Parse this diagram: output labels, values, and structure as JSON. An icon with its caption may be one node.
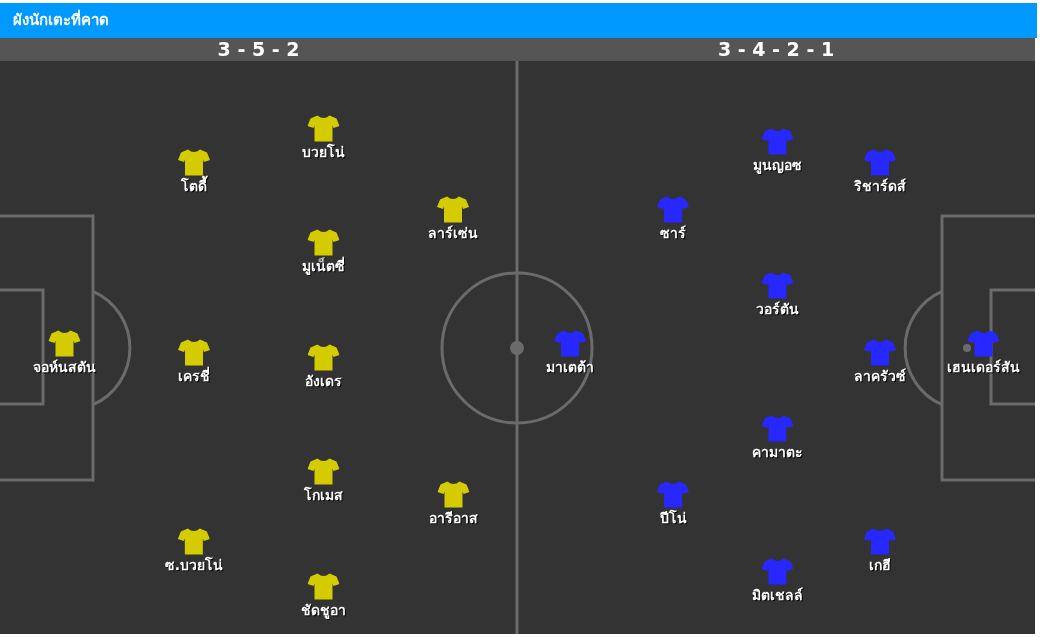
{
  "diagram": {
    "title": "ผังนักเตะที่คาด",
    "nodes": [
      {
        "text": [
          "3 - 5 - 2"
        ]
      },
      {
        "text": [
          "จอห์นสตัน"
        ],
        "in": 0
      },
      {
        "text": [
          "โตดี้"
        ],
        "in": 0
      },
      {
        "text": [
          "เครชี่"
        ],
        "in": 0
      },
      {
        "text": [
          "ซ.บวยโน่"
        ],
        "in": 0
      },
      {
        "text": [
          "บวยโน่"
        ],
        "in": 0
      },
      {
        "text": [
          "มูเน็ตซี่"
        ],
        "in": 0
      },
      {
        "text": [
          "อังเดร"
        ],
        "in": 0
      },
      {
        "text": [
          "โกเมส"
        ],
        "in": 0
      },
      {
        "text": [
          "ชัดชูอา"
        ],
        "in": 0
      },
      {
        "text": [
          "ลาร์เซ่น"
        ],
        "in": 0
      },
      {
        "text": [
          "อารีอาส"
        ],
        "in": 0
      },
      {
        "text": [
          "3 - 4 - 2 - 1"
        ]
      },
      {
        "text": [
          "มาเตต้า"
        ],
        "in": 12
      },
      {
        "text": [
          "ซาร์"
        ],
        "in": 12
      },
      {
        "text": [
          "ปีโน่"
        ],
        "in": 12
      },
      {
        "text": [
          "มูนญอซ"
        ],
        "in": 12
      },
      {
        "text": [
          "วอร์ตัน"
        ],
        "in": 12
      },
      {
        "text": [
          "คามาตะ"
        ],
        "in": 12
      },
      {
        "text": [
          "มิตเชลล์"
        ],
        "in": 12
      },
      {
        "text": [
          "ริชาร์ดส์"
        ],
        "in": 12
      },
      {
        "text": [
          "ลาครัวซ์"
        ],
        "in": 12
      },
      {
        "text": [
          "เกฮี"
        ],
        "in": 12
      },
      {
        "text": [
          "เฮนเดอร์สัน"
        ],
        "in": 12
      }
    ]
  }
}
